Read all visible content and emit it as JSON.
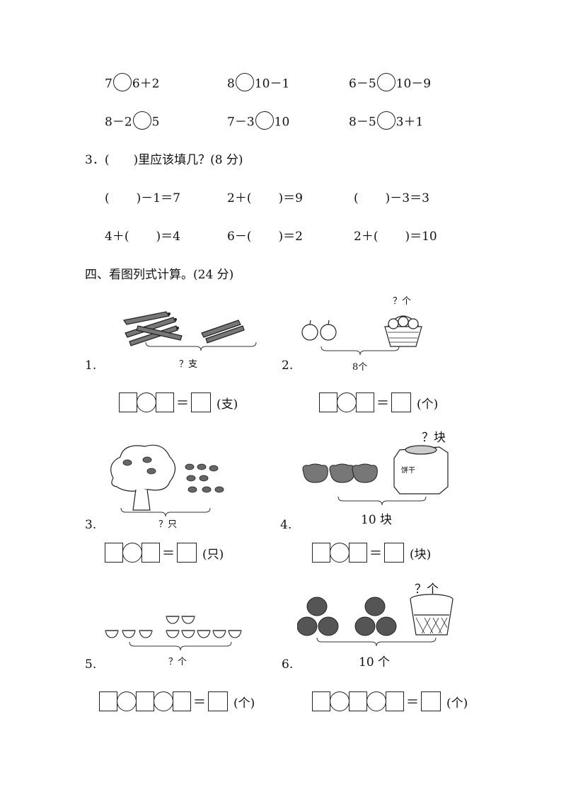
{
  "compare": [
    {
      "left": "7",
      "right": "6＋2"
    },
    {
      "left": "8",
      "right": "10－1"
    },
    {
      "left": "6－5",
      "right": "10－9"
    },
    {
      "left": "8－2",
      "right": "5"
    },
    {
      "left": "7－3",
      "right": "10"
    },
    {
      "left": "8－5",
      "right": "3＋1"
    }
  ],
  "section3": {
    "title": "3．(　　)里应该填几？(8 分)",
    "items": [
      {
        "pre": "(",
        "post": ")－1＝7"
      },
      {
        "pre": "2＋(",
        "post": ")＝9"
      },
      {
        "pre": "(",
        "post": ")－3＝3"
      },
      {
        "pre": "4＋(",
        "post": ")＝4"
      },
      {
        "pre": "6－(",
        "post": ")＝2"
      },
      {
        "pre": "2＋(",
        "post": ")＝10"
      }
    ]
  },
  "section4": {
    "title": "四、看图列式计算。(24 分)",
    "problems": [
      {
        "num": "1.",
        "label": "？支",
        "unit": "(支)"
      },
      {
        "num": "2.",
        "label": "8个",
        "top_label": "？个",
        "unit": "(个)"
      },
      {
        "num": "3.",
        "label": "？只",
        "unit": "(只)"
      },
      {
        "num": "4.",
        "label": "10 块",
        "top_label": "？块",
        "unit": "(块)"
      },
      {
        "num": "5.",
        "label": "？个",
        "unit": "(个)"
      },
      {
        "num": "6.",
        "label": "10 个",
        "top_label": "？个",
        "unit": "(个)"
      }
    ],
    "biscuit_text": "饼干",
    "eq_sign": "＝"
  }
}
